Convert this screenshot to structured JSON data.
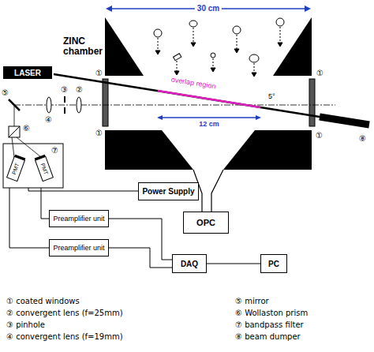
{
  "diagram": {
    "nodes": [
      {
        "text": [
          "LASER"
        ]
      },
      {
        "text": [
          "Power Supply"
        ]
      },
      {
        "text": [
          "OPC"
        ]
      },
      {
        "text": [
          "Preamplifier unit"
        ]
      },
      {
        "text": [
          "Preamplifier unit"
        ]
      },
      {
        "text": [
          "DAQ"
        ]
      },
      {
        "text": [
          "PC"
        ]
      }
    ],
    "edges": [
      {
        "from": 3,
        "to": 5,
        "arrow": "none"
      },
      {
        "from": 4,
        "to": 5,
        "arrow": "none"
      },
      {
        "from": 5,
        "to": 6,
        "arrow": "none"
      }
    ],
    "labels": [
      "30 cm",
      "ZINC chamber",
      "①",
      "①",
      "①",
      "①",
      "⑤",
      "②",
      "③",
      "④",
      "⑥",
      "⑦",
      "PMT",
      "PMT",
      "overlap region",
      "5°",
      "12 cm",
      "⑧",
      "① coated windows",
      "② convergent lens (f=25mm)",
      "③ pinhole",
      "④ convergent lens (f=19mm)",
      "⑤ mirror",
      "⑥ Wollaston prism",
      "⑦ bandpass filter",
      "⑧ beam dumper"
    ]
  }
}
